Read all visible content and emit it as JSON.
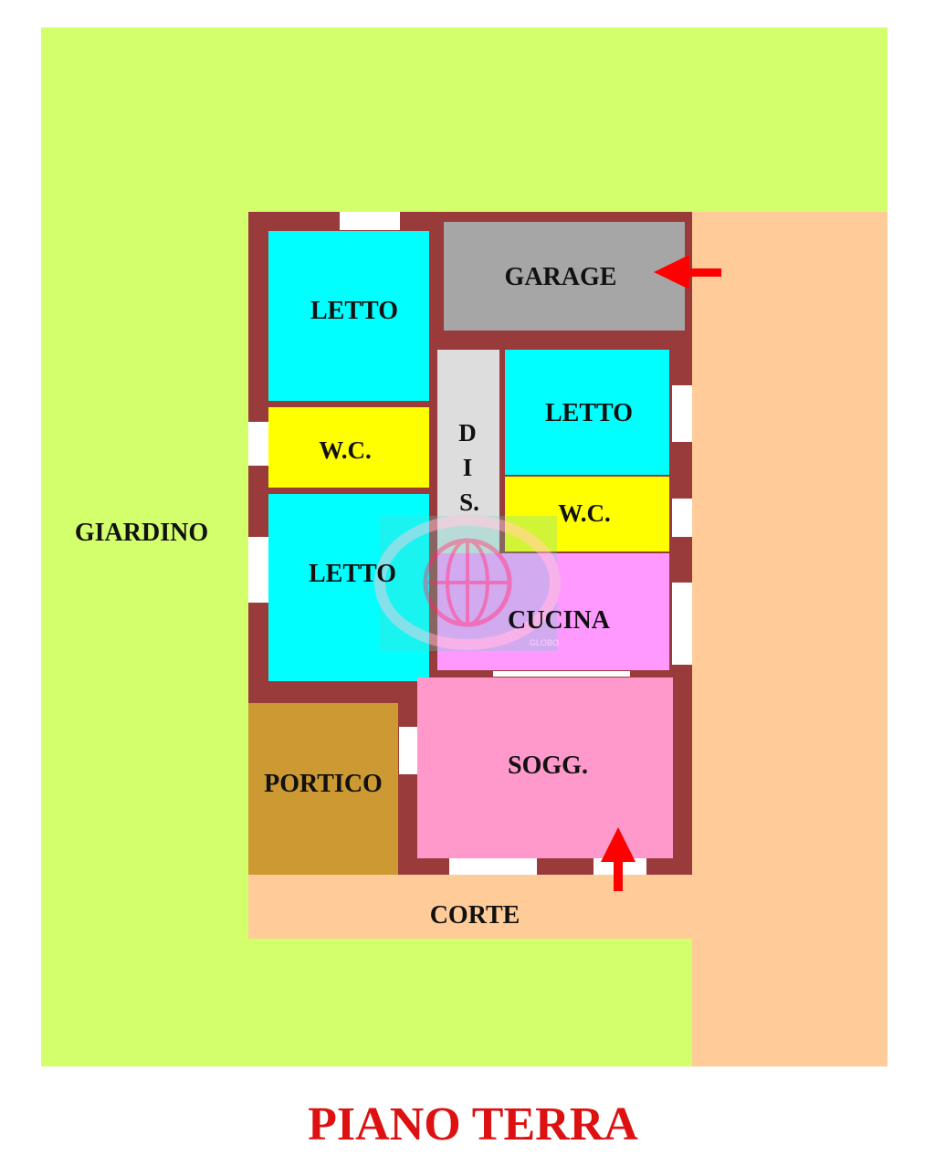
{
  "labels": {
    "garage": "GARAGE",
    "letto_top_left": "LETTO",
    "letto_right": "LETTO",
    "wc_left": "W.C.",
    "dis_1": "D",
    "dis_2": "I",
    "dis_3": "S.",
    "wc_right": "W.C.",
    "letto_mid_left": "LETTO",
    "cucina": "CUCINA",
    "giardino": "GIARDINO",
    "portico": "PORTICO",
    "sogg": "SOGG.",
    "corte": "CORTE"
  },
  "watermark": {
    "brand": "GLOBO"
  },
  "title": "PIANO TERRA",
  "colors": {
    "garden": "#d4ff6c",
    "court": "#ffcc99",
    "wall": "#9a3b3b",
    "bedroom": "#00ffff",
    "bathroom": "#ffff00",
    "garage": "#a6a6a6",
    "corridor": "#dddddd",
    "kitchen": "#ff99ff",
    "living": "#ff99cc",
    "porch": "#cc9933",
    "arrow": "#ff0000",
    "title": "#dd1111"
  }
}
